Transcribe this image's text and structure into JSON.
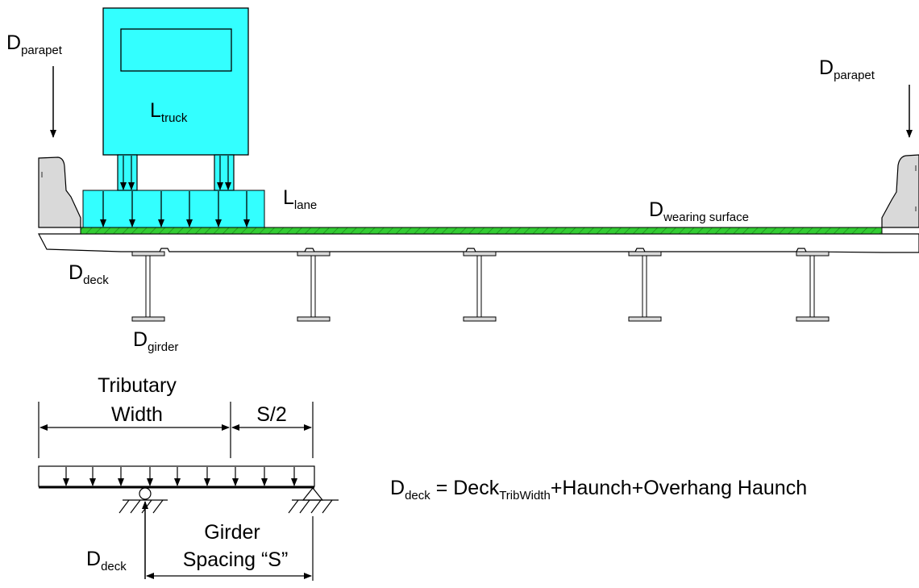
{
  "labels": {
    "parapet_left": {
      "main": "D",
      "sub": "parapet"
    },
    "parapet_right": {
      "main": "D",
      "sub": "parapet"
    },
    "truck": {
      "main": "L",
      "sub": "truck"
    },
    "lane": {
      "main": "L",
      "sub": "lane"
    },
    "wearing": {
      "main": "D",
      "sub": "wearing surface"
    },
    "deck": {
      "main": "D",
      "sub": "deck"
    },
    "girder": {
      "main": "D",
      "sub": "girder"
    },
    "deck_reaction": {
      "main": "D",
      "sub": "deck"
    }
  },
  "tributary": {
    "line1": "Tributary",
    "line2": "Width"
  },
  "half_spacing": "S/2",
  "girder_spacing": {
    "line1": "Girder",
    "line2": "Spacing “S”"
  },
  "equation": {
    "lhs_main": "D",
    "lhs_sub": "deck",
    "eq": " = Deck",
    "trib_sub": "TribWidth",
    "rest": "+Haunch+Overhang Haunch"
  },
  "colors": {
    "truck_fill": "#33ffff",
    "lane_fill": "#33ffff",
    "wearing_fill": "#33cc33",
    "parapet_fill": "#d9d9d9",
    "line": "#000000"
  }
}
